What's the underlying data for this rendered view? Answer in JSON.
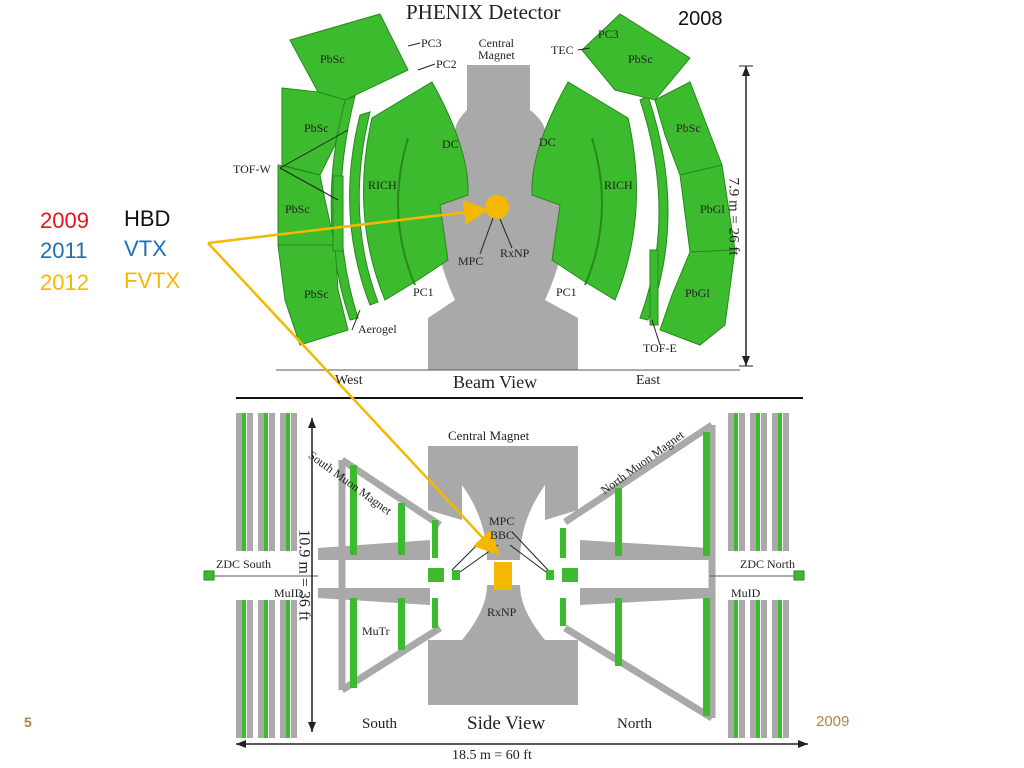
{
  "title": "PHENIX Detector",
  "year_top": "2008",
  "year_bottom": "2009",
  "page_number": "5",
  "upgrades": [
    {
      "year": "2009",
      "name": "HBD",
      "year_color": "#e8141b",
      "name_color": "#111111"
    },
    {
      "year": "2011",
      "name": "VTX",
      "year_color": "#1f6fb5",
      "name_color": "#1f6fb5"
    },
    {
      "year": "2012",
      "name": "FVTX",
      "year_color": "#f5b800",
      "name_color": "#f5b800"
    }
  ],
  "beam_view": {
    "caption": "Beam View",
    "west": "West",
    "east": "East",
    "central_magnet_1": "Central",
    "central_magnet_2": "Magnet",
    "height_label": "7.9 m = 26 ft",
    "labels": {
      "pc3_w": "PC3",
      "pc2": "PC2",
      "tofw": "TOF-W",
      "pc3_e": "PC3",
      "tec": "TEC",
      "pbsc": "PbSc",
      "pbgl": "PbGl",
      "rich": "RICH",
      "dc": "DC",
      "mpc": "MPC",
      "rxnp": "RxNP",
      "pc1": "PC1",
      "aerogel": "Aerogel",
      "tofe": "TOF-E"
    }
  },
  "side_view": {
    "caption": "Side View",
    "south": "South",
    "north": "North",
    "central_magnet": "Central Magnet",
    "south_muon_magnet": "South Muon Magnet",
    "north_muon_magnet": "North Muon Magnet",
    "zdc_south": "ZDC South",
    "zdc_north": "ZDC North",
    "muid": "MuID",
    "mutr": "MuTr",
    "mpc": "MPC",
    "bbc": "BBC",
    "rxnp": "RxNP",
    "height_label": "10.9 m = 36 ft",
    "width_label": "18.5 m =  60 ft"
  },
  "colors": {
    "green": "#3dbb2e",
    "green_dark": "#258a1a",
    "gray": "#a9a9a9",
    "arrow": "#f5b800",
    "year_bottom": "#b5814a"
  }
}
